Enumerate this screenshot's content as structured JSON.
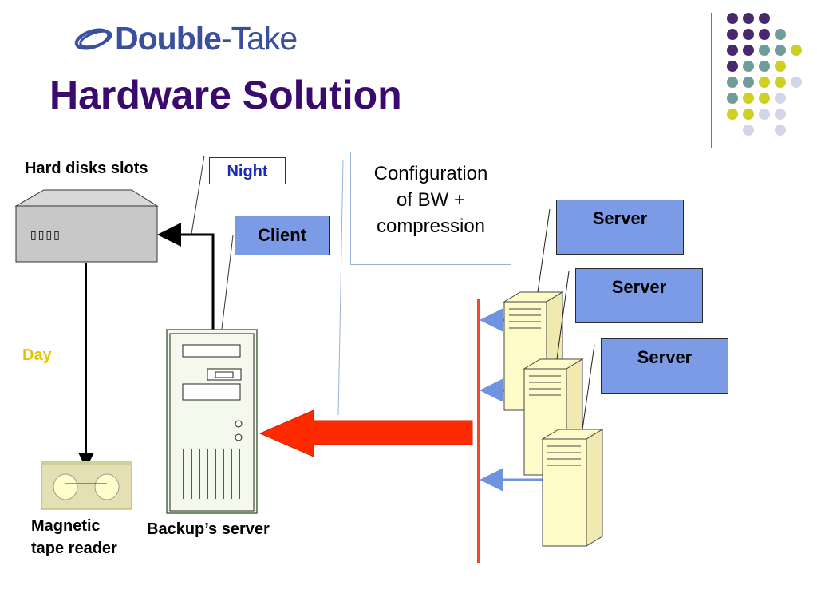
{
  "logo": {
    "brand_part1": "Double",
    "brand_part2": "-Take",
    "icon": "double-take-swirl-logo"
  },
  "title": "Hardware Solution",
  "labels": {
    "hard_disks_slots": "Hard disks slots",
    "night": "Night",
    "client": "Client",
    "day": "Day",
    "magnetic_tape_reader": [
      "Magnetic",
      "tape reader"
    ],
    "backup_server": "Backup’s server",
    "config_note": [
      "Configuration",
      "of BW +",
      "compression"
    ],
    "server": "Server",
    "disk_slot_glyphs": "▯▯▯▯"
  },
  "colors": {
    "title": "#3b0a6e",
    "logo": "#3a4f9e",
    "blue_box": "#7b9be6",
    "night_text": "#1a2ab8",
    "day_text": "#e8c400",
    "server_fill": "#fffbc8",
    "red_arrow": "#ff2a00",
    "network_line": "#f04a2a",
    "blue_arrow": "#6f93e0",
    "dot_purple": "#4b2770",
    "dot_teal": "#6f9c9c",
    "dot_yellow": "#d0d020",
    "dot_lavender": "#d4d4ea"
  }
}
